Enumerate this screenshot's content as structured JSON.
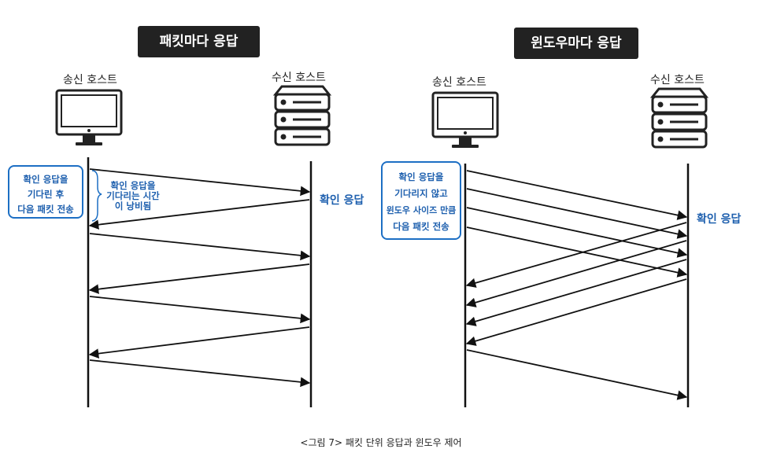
{
  "left": {
    "title": "패킷마다 응답",
    "sender_label": "송신 호스트",
    "receiver_label": "수신 호스트",
    "note_lines": [
      "확인 응답을",
      "기다린 후",
      "다음 패킷 전송"
    ],
    "wait_lines": [
      "확인 응답을",
      "기다리는 시간",
      "이 낭비됨"
    ],
    "ack_label": "확인 응답"
  },
  "right": {
    "title": "윈도우마다 응답",
    "sender_label": "송신 호스트",
    "receiver_label": "수신 호스트",
    "note_lines": [
      "확인 응답을",
      "기다리지 않고",
      "윈도우 사이즈 만큼",
      "다음 패킷 전송"
    ],
    "ack_label": "확인 응답"
  },
  "caption": "<그림 7> 패킷 단위 응답과 윈도우 제어",
  "colors": {
    "accent": "#1d6fc4",
    "title_bg": "#222222",
    "line": "#111111"
  },
  "icons": {
    "sender": "monitor-icon",
    "receiver": "server-icon"
  }
}
